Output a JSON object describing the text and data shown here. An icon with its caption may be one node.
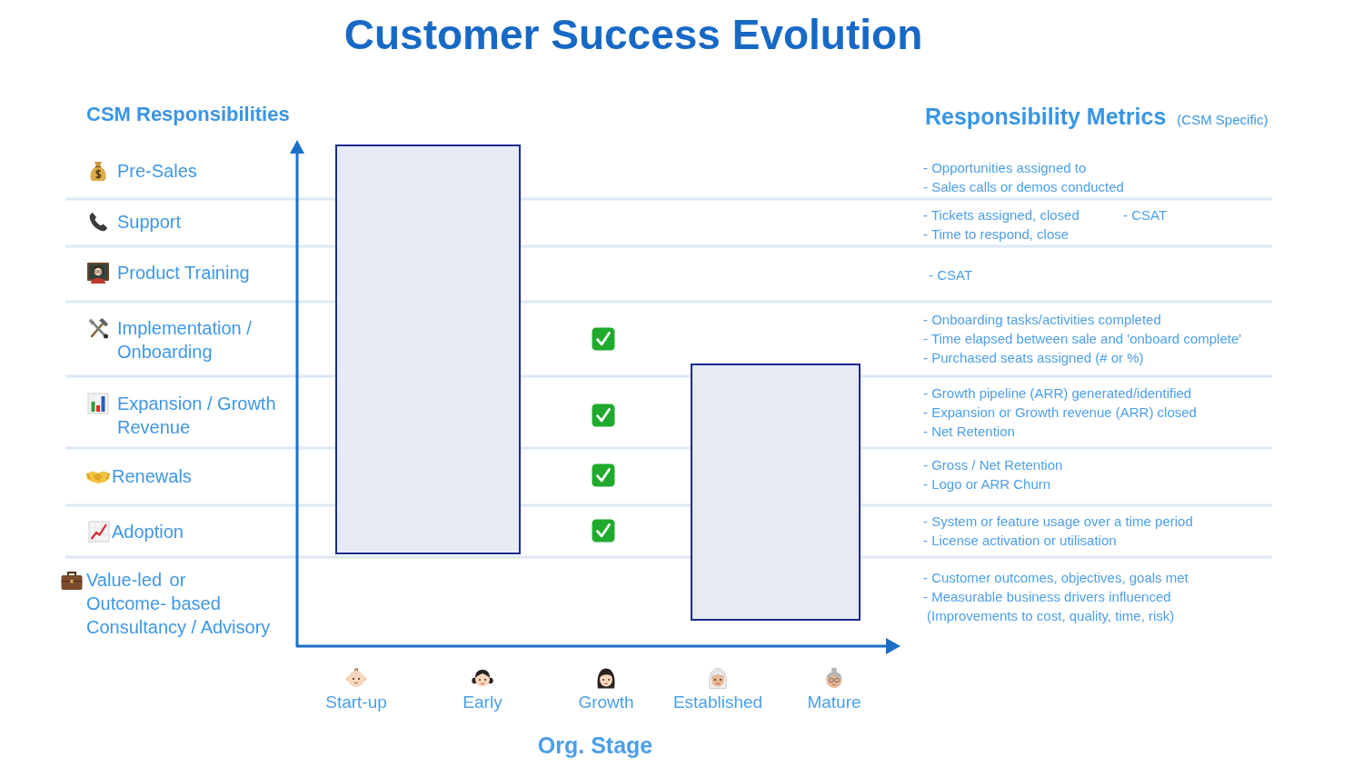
{
  "diagram": {
    "title": "Customer Success Evolution",
    "nodes": [
      {
        "text": [],
        "shape": "box"
      },
      {
        "text": [],
        "shape": "box"
      }
    ],
    "labels": [
      "CSM Responsibilities",
      "Responsibility Metrics",
      "(CSM Specific)",
      "Pre-Sales",
      "- Opportunities assigned to",
      "- Sales calls or demos conducted",
      "Support",
      "- Tickets assigned, closed",
      "- CSAT",
      "- Time to respond, close",
      "Product Training",
      "- CSAT",
      "Implementation / Onboarding",
      "- Onboarding tasks/activities completed",
      "- Time elapsed between sale and 'onboard complete'",
      "- Purchased seats assigned (# or %)",
      "Expansion / Growth Revenue",
      "- Growth pipeline (ARR) generated/identified",
      "- Expansion or Growth revenue (ARR) closed",
      "- Net Retention",
      "Renewals",
      "- Gross / Net Retention",
      "- Logo or ARR Churn",
      "Adoption",
      "- System or feature usage over a time period",
      "- License activation or utilisation",
      "Value-led or Outcome- based Consultancy / Advisory",
      "- Customer outcomes, objectives, goals met",
      "- Measurable business drivers influenced",
      "(Improvements to cost, quality, time, risk)",
      "Start-up",
      "Early",
      "Growth",
      "Established",
      "Mature",
      "Org. Stage"
    ]
  }
}
